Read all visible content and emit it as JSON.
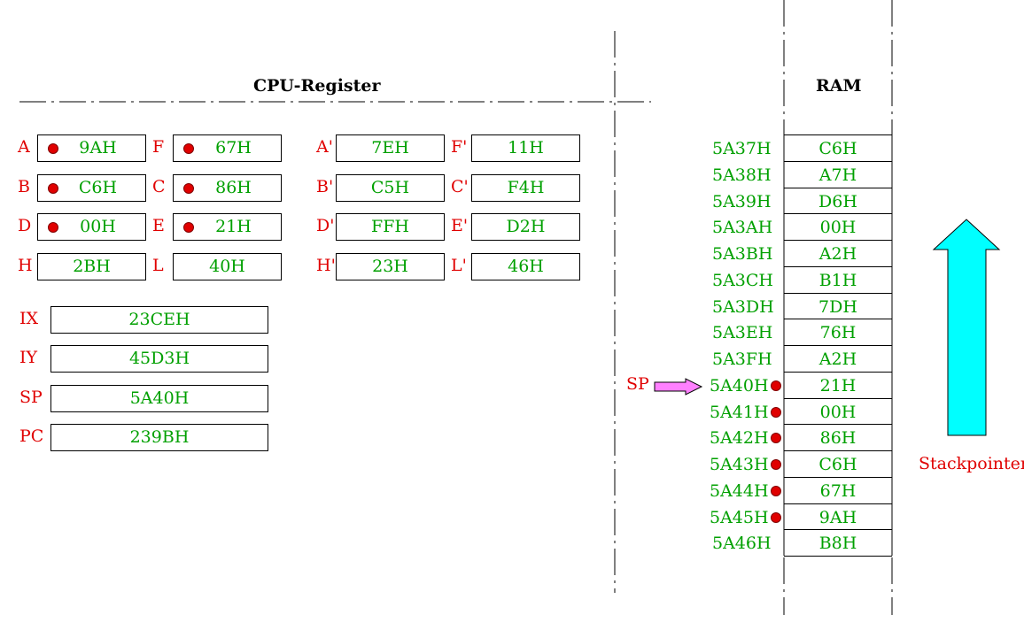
{
  "cpu": {
    "title": "CPU-Register",
    "main_registers": [
      {
        "name": "A",
        "value": "9AH",
        "pushed": true
      },
      {
        "name": "F",
        "value": "67H",
        "pushed": true
      },
      {
        "name": "B",
        "value": "C6H",
        "pushed": true
      },
      {
        "name": "C",
        "value": "86H",
        "pushed": true
      },
      {
        "name": "D",
        "value": "00H",
        "pushed": true
      },
      {
        "name": "E",
        "value": "21H",
        "pushed": true
      },
      {
        "name": "H",
        "value": "2BH",
        "pushed": false
      },
      {
        "name": "L",
        "value": "40H",
        "pushed": false
      }
    ],
    "alt_registers": [
      {
        "name": "A'",
        "value": "7EH"
      },
      {
        "name": "F'",
        "value": "11H"
      },
      {
        "name": "B'",
        "value": "C5H"
      },
      {
        "name": "C'",
        "value": "F4H"
      },
      {
        "name": "D'",
        "value": "FFH"
      },
      {
        "name": "E'",
        "value": "D2H"
      },
      {
        "name": "H'",
        "value": "23H"
      },
      {
        "name": "L'",
        "value": "46H"
      }
    ],
    "wide_registers": [
      {
        "name": "IX",
        "value": "23CEH"
      },
      {
        "name": "IY",
        "value": "45D3H"
      },
      {
        "name": "SP",
        "value": "5A40H"
      },
      {
        "name": "PC",
        "value": "239BH"
      }
    ]
  },
  "ram": {
    "title": "RAM",
    "rows": [
      {
        "address": "5A37H",
        "value": "C6H",
        "marked": false
      },
      {
        "address": "5A38H",
        "value": "A7H",
        "marked": false
      },
      {
        "address": "5A39H",
        "value": "D6H",
        "marked": false
      },
      {
        "address": "5A3AH",
        "value": "00H",
        "marked": false
      },
      {
        "address": "5A3BH",
        "value": "A2H",
        "marked": false
      },
      {
        "address": "5A3CH",
        "value": "B1H",
        "marked": false
      },
      {
        "address": "5A3DH",
        "value": "7DH",
        "marked": false
      },
      {
        "address": "5A3EH",
        "value": "76H",
        "marked": false
      },
      {
        "address": "5A3FH",
        "value": "A2H",
        "marked": false
      },
      {
        "address": "5A40H",
        "value": "21H",
        "marked": true
      },
      {
        "address": "5A41H",
        "value": "00H",
        "marked": true
      },
      {
        "address": "5A42H",
        "value": "86H",
        "marked": true
      },
      {
        "address": "5A43H",
        "value": "C6H",
        "marked": true
      },
      {
        "address": "5A44H",
        "value": "67H",
        "marked": true
      },
      {
        "address": "5A45H",
        "value": "9AH",
        "marked": true
      },
      {
        "address": "5A46H",
        "value": "B8H",
        "marked": false
      }
    ]
  },
  "sp_pointer_label": "SP",
  "stackpointer_label": "Stackpointer",
  "colors": {
    "label_red": "#e00000",
    "value_green": "#00a000",
    "arrow_cyan": "#00ffff",
    "pointer_pink": "#ff80ff"
  }
}
